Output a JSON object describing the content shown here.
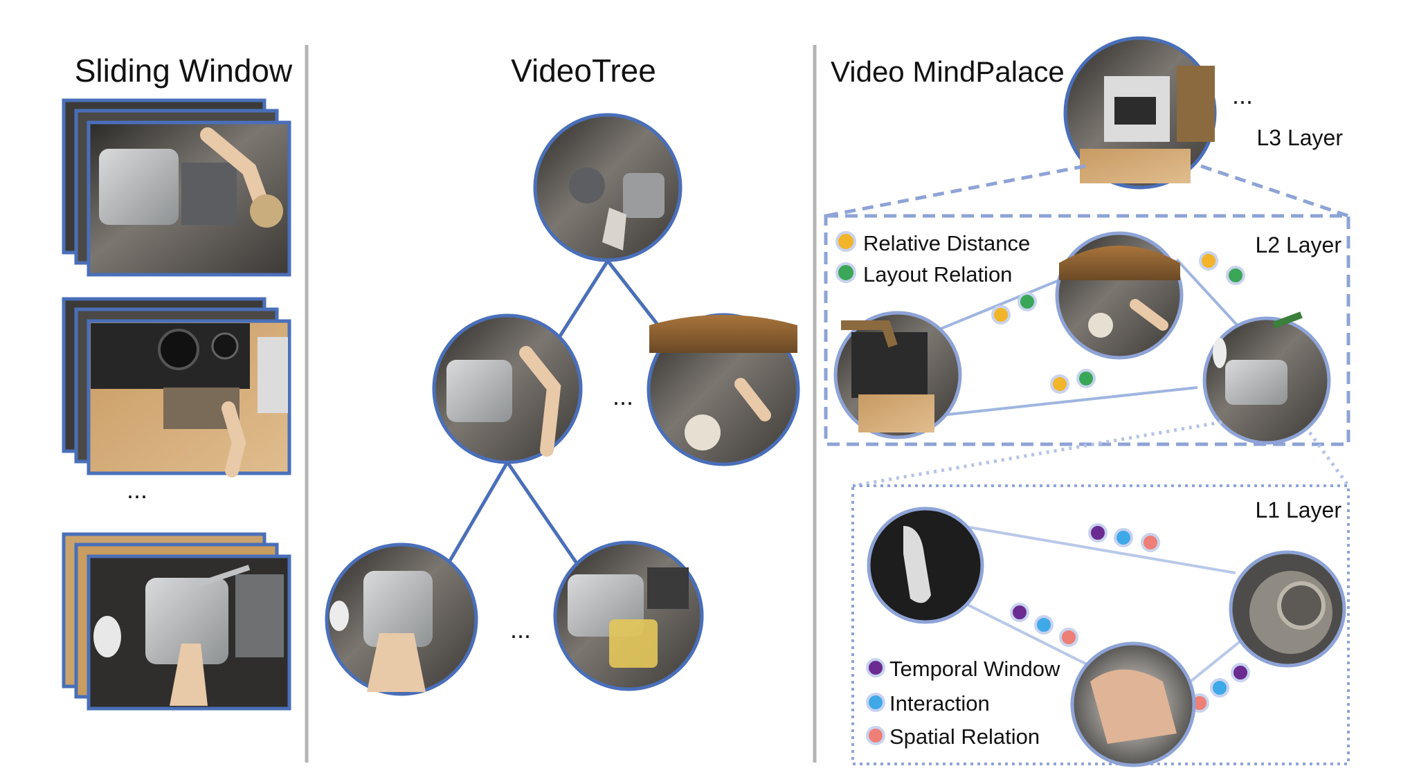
{
  "panels": {
    "sliding_window": {
      "title": "Sliding Window",
      "ellipsis": "..."
    },
    "videotree": {
      "title": "VideoTree",
      "ellipsis_level1": "...",
      "ellipsis_level2": "..."
    },
    "mindpalace": {
      "title": "Video MindPalace",
      "l3": {
        "label": "L3 Layer",
        "ellipsis": "..."
      },
      "l2": {
        "label": "L2 Layer",
        "legend": [
          {
            "label": "Relative Distance",
            "color": "#f2b52a"
          },
          {
            "label": "Layout Relation",
            "color": "#3aa657"
          }
        ]
      },
      "l1": {
        "label": "L1 Layer",
        "legend": [
          {
            "label": "Temporal Window",
            "color": "#6a2c91"
          },
          {
            "label": "Interaction",
            "color": "#3fa9e8"
          },
          {
            "label": "Spatial Relation",
            "color": "#ee7f76"
          }
        ]
      }
    }
  },
  "colors": {
    "frame_border": "#4a6fb9",
    "tree_edge": "#4a6fb9",
    "graph_edge": "#9fb5e0",
    "divider": "#b4b4b4",
    "dot_ring": "#c8d3ee"
  }
}
